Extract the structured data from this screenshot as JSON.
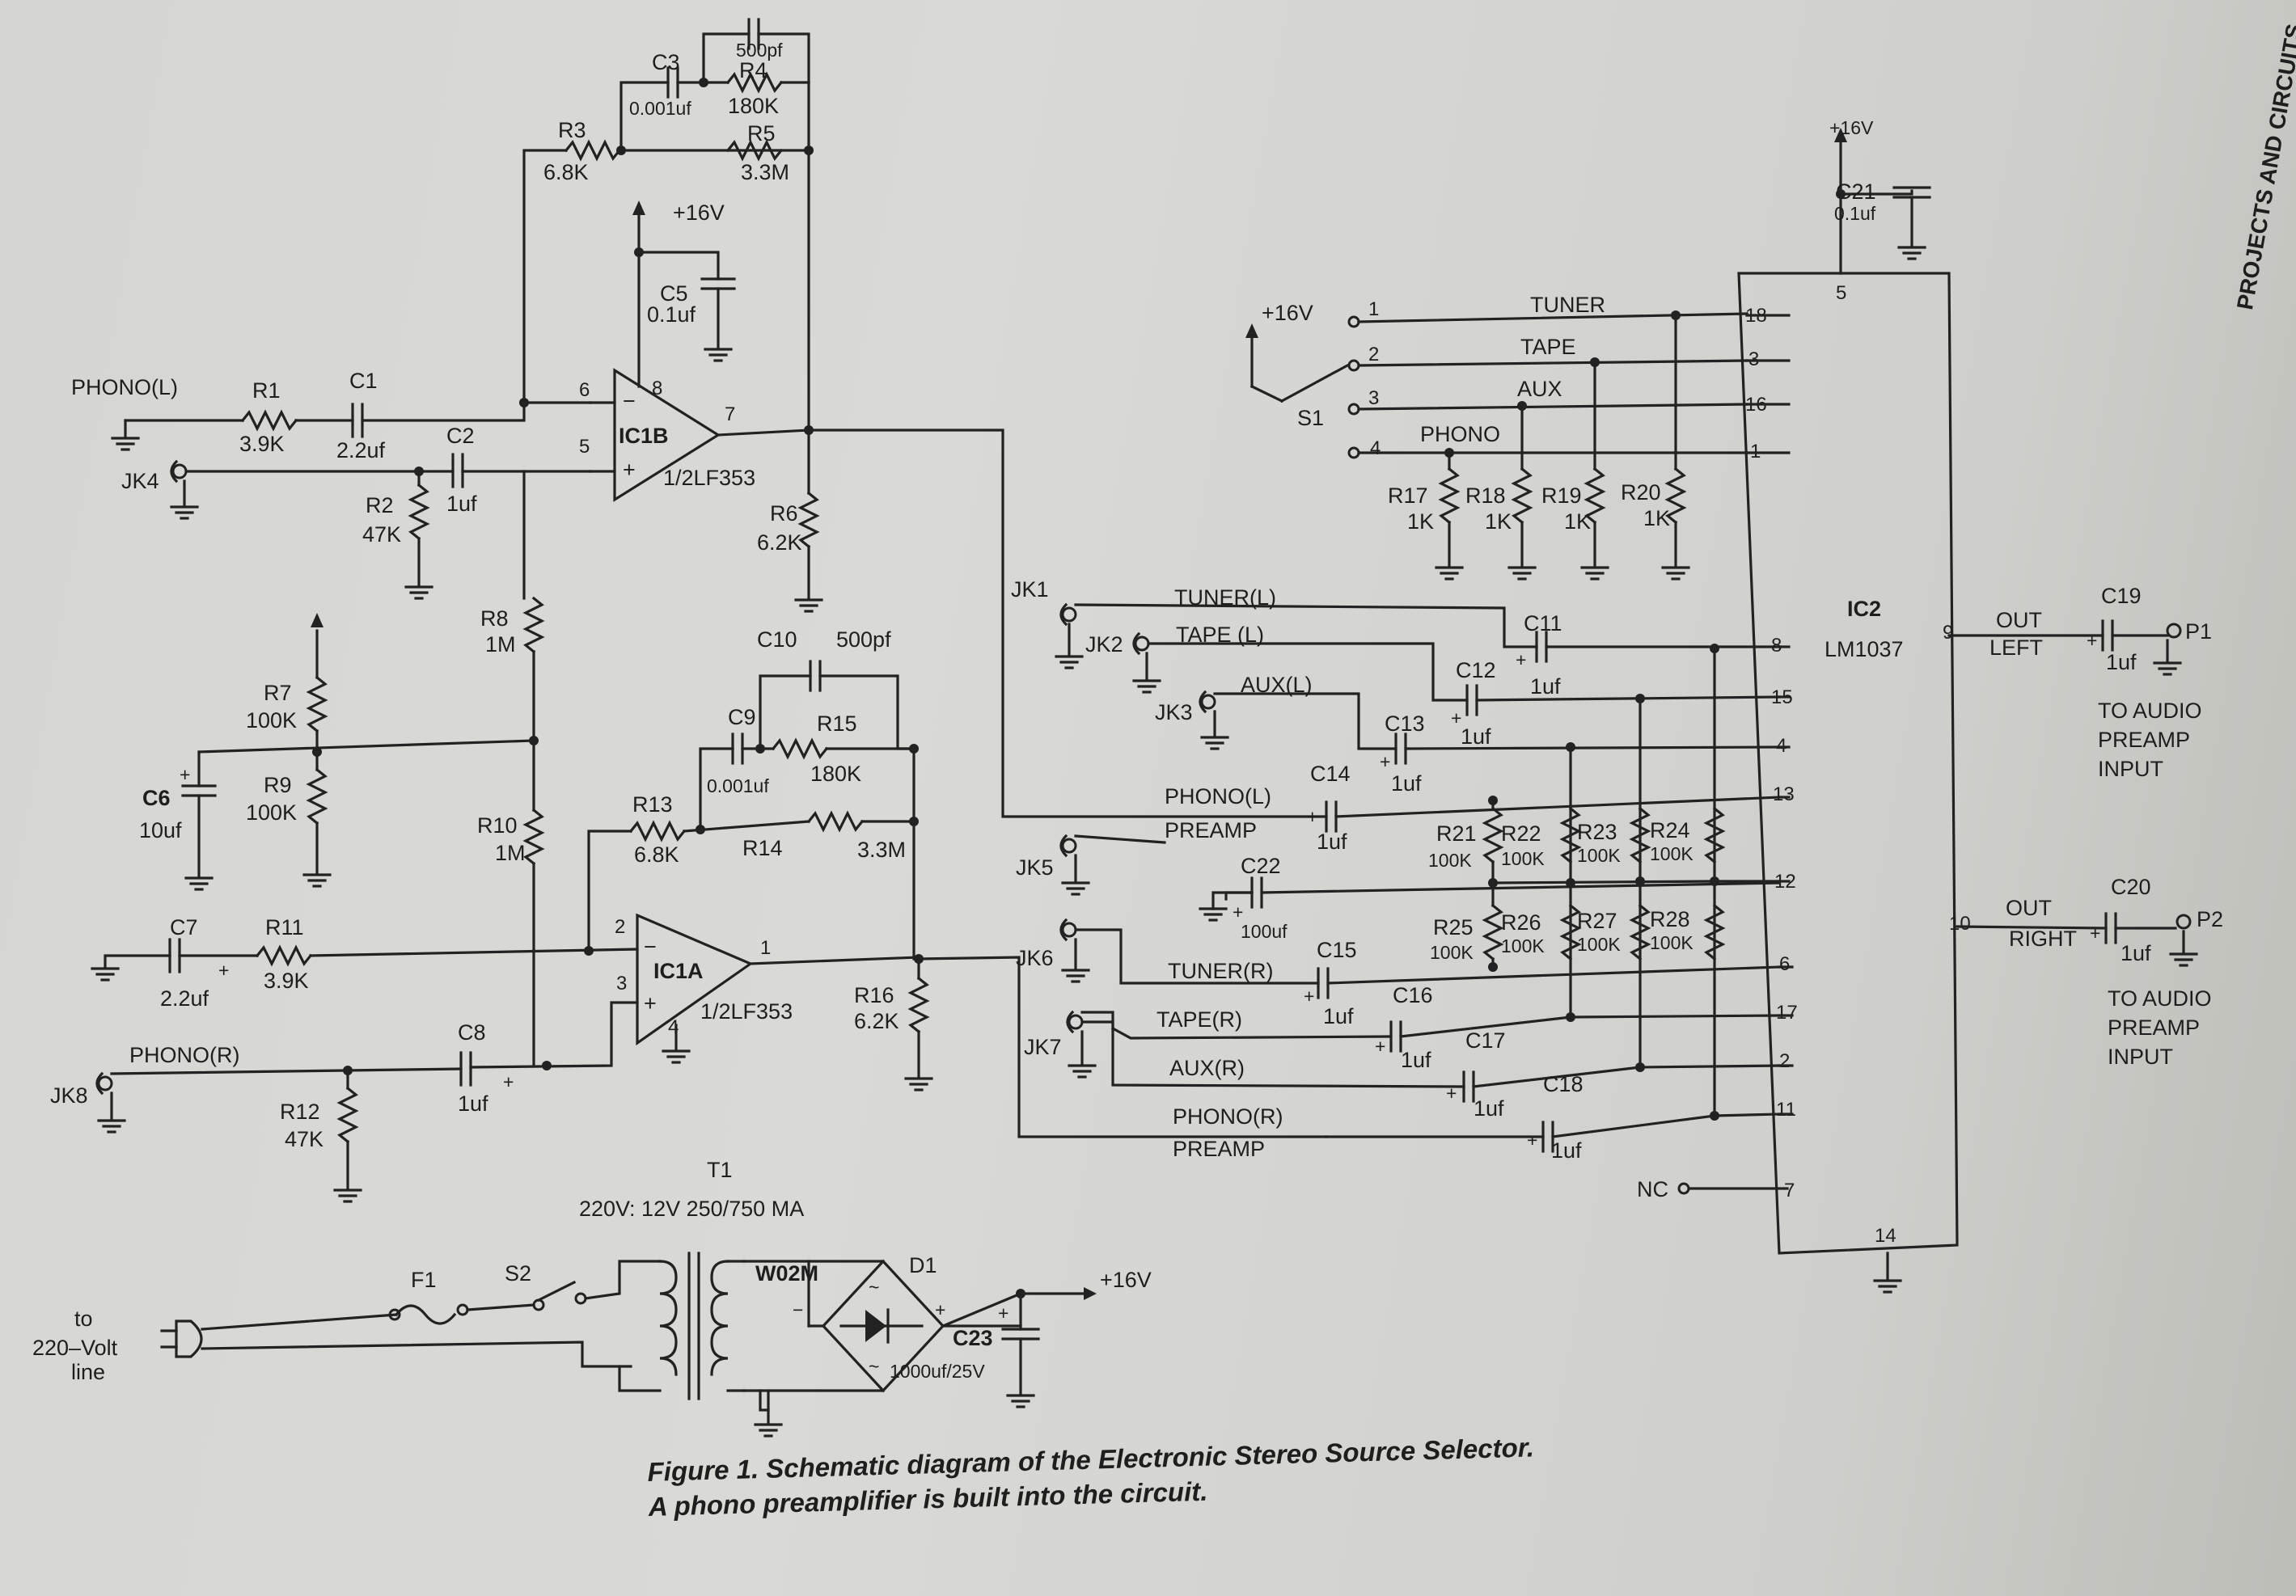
{
  "caption": {
    "line1": "Figure 1. Schematic diagram of the Electronic Stereo Source Selector.",
    "line2": "A phono preamplifier is built into the circuit."
  },
  "page_header": "PROJECTS AND CIRCUITS",
  "labels": {
    "phono_l": "PHONO(L)",
    "phono_r": "PHONO(R)",
    "jk1": "JK1",
    "jk2": "JK2",
    "jk3": "JK3",
    "jk4": "JK4",
    "jk5": "JK5",
    "jk6": "JK6",
    "jk7": "JK7",
    "jk8": "JK8",
    "r1": "R1",
    "r1v": "3.9K",
    "c1": "C1",
    "c1v": "2.2uf",
    "c2": "C2",
    "c2v": "1uf",
    "r2": "R2",
    "r2v": "47K",
    "r3": "R3",
    "r3v": "6.8K",
    "c3": "C3",
    "c3v": "0.001uf",
    "r4": "R4",
    "r4v": "180K",
    "r4cap": "500pf",
    "r5": "R5",
    "r5v": "3.3M",
    "plus16": "+16V",
    "c5": "C5",
    "c5v": "0.1uf",
    "ic1b": "IC1B",
    "ic1b_sub": "1/2LF353",
    "ic1a": "IC1A",
    "ic1a_sub": "1/2LF353",
    "r6": "R6",
    "r6v": "6.2K",
    "r7": "R7",
    "r7v": "100K",
    "r8": "R8",
    "r8v": "1M",
    "r9": "R9",
    "r9v": "100K",
    "r10": "R10",
    "r10v": "1M",
    "c6": "C6",
    "c6v": "10uf",
    "c7": "C7",
    "c7v": "2.2uf",
    "r11": "R11",
    "r11v": "3.9K",
    "c8": "C8",
    "c8v": "1uf",
    "r12": "R12",
    "r12v": "47K",
    "c9": "C9",
    "c9v": "0.001uf",
    "c10": "C10",
    "c10v": "500pf",
    "r13": "R13",
    "r13v": "6.8K",
    "r14": "R14",
    "r14v": "3.3M",
    "r15": "R15",
    "r15v": "180K",
    "r16": "R16",
    "r16v": "6.2K",
    "s1": "S1",
    "tuner": "TUNER",
    "tape": "TAPE",
    "aux": "AUX",
    "phono": "PHONO",
    "r17": "R17",
    "r18": "R18",
    "r19": "R19",
    "r20": "R20",
    "k1": "1K",
    "tuner_l": "TUNER(L)",
    "tape_l": "TAPE (L)",
    "aux_l": "AUX(L)",
    "phono_l2": "PHONO(L)",
    "preamp": "PREAMP",
    "tuner_r": "TUNER(R)",
    "tape_r": "TAPE(R)",
    "aux_r": "AUX(R)",
    "phono_r2": "PHONO(R)",
    "c11": "C11",
    "c12": "C12",
    "c13": "C13",
    "c14": "C14",
    "c15": "C15",
    "c16": "C16",
    "c17": "C17",
    "c18": "C18",
    "c22": "C22",
    "c22v": "100uf",
    "c21": "C21",
    "c21v": "0.1uf",
    "r21": "R21",
    "r22": "R22",
    "r23": "R23",
    "r24": "R24",
    "r25": "R25",
    "r26": "R26",
    "r27": "R27",
    "r28": "R28",
    "k100": "100K",
    "uf1": "1uf",
    "ic2": "IC2",
    "ic2_sub": "LM1037",
    "out_left": "OUT",
    "left": "LEFT",
    "out_right": "OUT",
    "right": "RIGHT",
    "c19": "C19",
    "c20": "C20",
    "p1": "P1",
    "p2": "P2",
    "to_audio_1": "TO AUDIO",
    "preamp_in_1": "PREAMP",
    "input_1": "INPUT",
    "nc": "NC",
    "t1": "T1",
    "t1_spec": "220V: 12V 250/750 MA",
    "f1": "F1",
    "s2": "S2",
    "line_to": "to",
    "line_volt": "220–Volt",
    "line_line": "line",
    "w02m": "W02M",
    "d1": "D1",
    "c23": "C23",
    "c23v": "1000uf/25V"
  },
  "pins": {
    "ic1b": [
      "6",
      "8",
      "5",
      "7"
    ],
    "ic1a": [
      "2",
      "3",
      "4",
      "1"
    ],
    "s1": [
      "1",
      "2",
      "3",
      "4"
    ],
    "ic2_left": [
      "18",
      "3",
      "16",
      "1",
      "8",
      "15",
      "4",
      "13",
      "12",
      "6",
      "17",
      "2",
      "11",
      "7"
    ],
    "ic2_other": [
      "5",
      "9",
      "10",
      "14"
    ]
  }
}
